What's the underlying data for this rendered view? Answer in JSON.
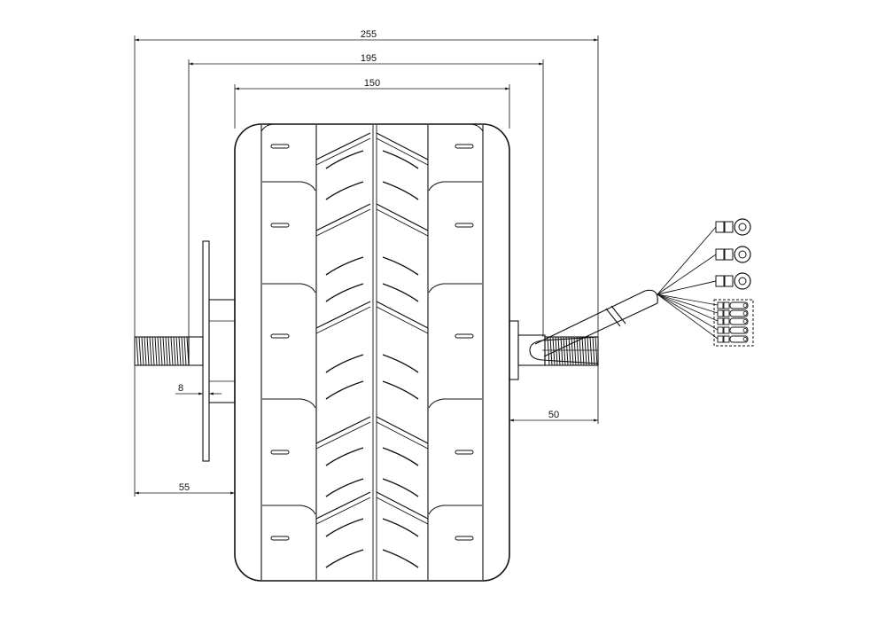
{
  "dimensions": {
    "overall_width": "255",
    "rim_width": "195",
    "tire_width": "150",
    "left_axle": "55",
    "right_axle": "50",
    "plate_thickness": "8"
  },
  "connectors": {
    "ring_terminals": 3,
    "small_plugs": 5
  },
  "colors": {
    "line": "#111111",
    "background": "#ffffff"
  }
}
